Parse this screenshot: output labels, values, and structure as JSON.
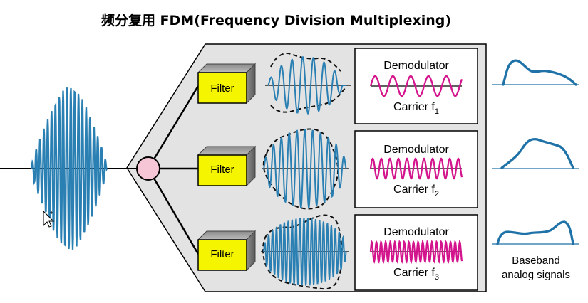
{
  "title": "频分复用 FDM(Frequency Division Multiplexing)",
  "filters": [
    {
      "label": "Filter"
    },
    {
      "label": "Filter"
    },
    {
      "label": "Filter"
    }
  ],
  "channels": [
    {
      "demodulator_label": "Demodulator",
      "carrier_label": "Carrier f",
      "carrier_sub": "1"
    },
    {
      "demodulator_label": "Demodulator",
      "carrier_label": "Carrier f",
      "carrier_sub": "2"
    },
    {
      "demodulator_label": "Demodulator",
      "carrier_label": "Carrier f",
      "carrier_sub": "3"
    }
  ],
  "output_caption": {
    "line1": "Baseband",
    "line2": "analog signals"
  },
  "colors": {
    "signal": "#2a7fb3",
    "carrier": "#d4148c",
    "filter_fill": "#f5f500",
    "junction": "#f7c6d6",
    "panel": "#e3e3e3"
  }
}
